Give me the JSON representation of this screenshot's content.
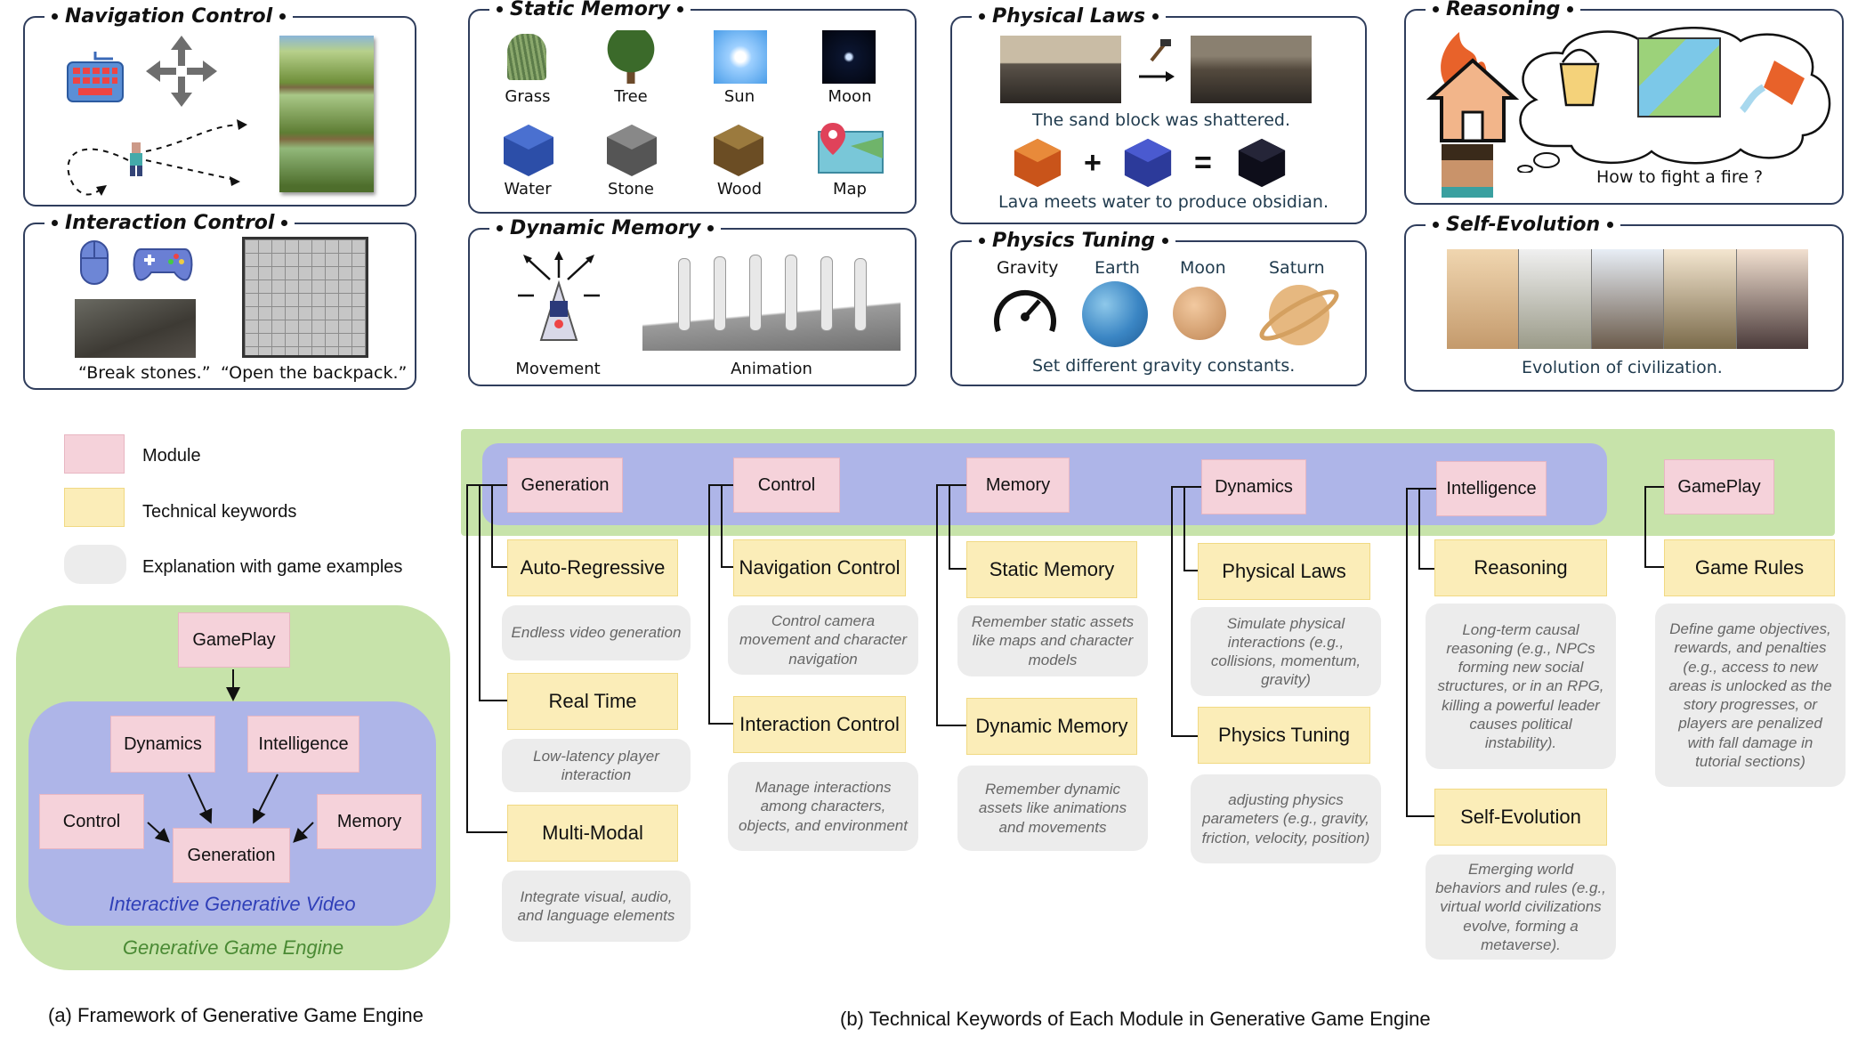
{
  "panels": {
    "navigation_control": "Navigation Control",
    "interaction_control": "Interaction Control",
    "interaction_captions": [
      "“Break stones.”",
      "“Open the backpack.”"
    ],
    "static_memory": "Static Memory",
    "static_items": [
      "Grass",
      "Tree",
      "Sun",
      "Moon",
      "Water",
      "Stone",
      "Wood",
      "Map"
    ],
    "dynamic_memory": "Dynamic Memory",
    "dynamic_items": [
      "Movement",
      "Animation"
    ],
    "physical_laws": "Physical Laws",
    "physical_captions": [
      "The sand block was shattered.",
      "Lava meets water to produce obsidian."
    ],
    "physics_tuning": "Physics Tuning",
    "tuning_labels": [
      "Gravity",
      "Earth",
      "Moon",
      "Saturn"
    ],
    "tuning_caption": "Set different gravity constants.",
    "reasoning": "Reasoning",
    "reasoning_caption": "How to fight a fire ?",
    "self_evolution": "Self-Evolution",
    "evolution_caption": "Evolution of civilization."
  },
  "legend": {
    "module": "Module",
    "keywords": "Technical keywords",
    "explanation": "Explanation with game examples"
  },
  "framework": {
    "gameplay": "GamePlay",
    "dynamics": "Dynamics",
    "intelligence": "Intelligence",
    "control": "Control",
    "memory": "Memory",
    "generation": "Generation",
    "inner_label": "Interactive Generative Video",
    "outer_label": "Generative Game Engine",
    "caption": "(a) Framework of Generative Game Engine"
  },
  "keywords_section": {
    "modules": [
      "Generation",
      "Control",
      "Memory",
      "Dynamics",
      "Intelligence",
      "GamePlay"
    ],
    "generation": {
      "kw": [
        "Auto-Regressive",
        "Real Time",
        "Multi-Modal"
      ],
      "ex": [
        "Endless video generation",
        "Low-latency player interaction",
        "Integrate visual, audio, and language elements"
      ]
    },
    "control": {
      "kw": [
        "Navigation Control",
        "Interaction Control"
      ],
      "ex": [
        "Control camera movement and character navigation",
        "Manage interactions among characters, objects, and environment"
      ]
    },
    "memory": {
      "kw": [
        "Static Memory",
        "Dynamic Memory"
      ],
      "ex": [
        "Remember static assets like maps and character models",
        "Remember dynamic assets like animations and movements"
      ]
    },
    "dynamics": {
      "kw": [
        "Physical Laws",
        "Physics Tuning"
      ],
      "ex": [
        "Simulate physical interactions (e.g., collisions, momentum, gravity)",
        "adjusting physics parameters (e.g., gravity, friction, velocity, position)"
      ]
    },
    "intelligence": {
      "kw": [
        "Reasoning",
        "Self-Evolution"
      ],
      "ex": [
        "Long-term causal reasoning (e.g., NPCs forming new social structures, or in an RPG, killing a powerful leader causes political instability).",
        "Emerging world behaviors and rules (e.g., virtual world civilizations evolve, forming a metaverse)."
      ]
    },
    "gameplay": {
      "kw": [
        "Game Rules"
      ],
      "ex": [
        "Define game objectives, rewards, and penalties (e.g., access to new areas is unlocked as the story progresses, or players are penalized with fall damage in tutorial sections)"
      ]
    },
    "caption": "(b) Technical Keywords of Each Module in Generative Game Engine"
  },
  "colors": {
    "module": "#f5d2da",
    "keyword": "#fbedb8",
    "explanation": "#ececec",
    "outer_green": "#c7e3aa",
    "inner_blue": "#aeb5e8"
  }
}
